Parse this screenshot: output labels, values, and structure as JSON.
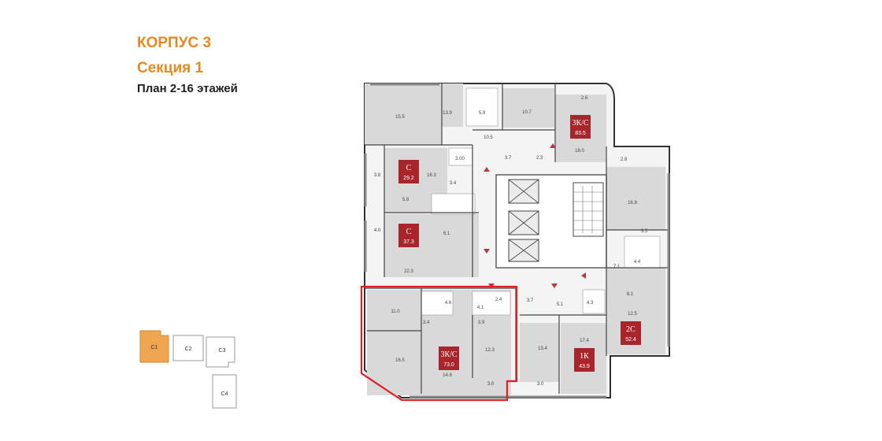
{
  "header": {
    "building": "КОРПУС 3",
    "section": "Секция 1",
    "floors": "План 2-16 этажей"
  },
  "colors": {
    "accent": "#e8891e",
    "badge": "#a8252c",
    "highlight": "#e02020",
    "mini_active": "#f0a550"
  },
  "apartments": [
    {
      "type": "3К/С",
      "area": "83.5"
    },
    {
      "type": "С",
      "area": "29.2"
    },
    {
      "type": "С",
      "area": "37.3"
    },
    {
      "type": "3К/С",
      "area": "73.0"
    },
    {
      "type": "1К",
      "area": "43.9"
    },
    {
      "type": "2С",
      "area": "52.4"
    }
  ],
  "room_areas": [
    "15.5",
    "13.9",
    "5.9",
    "10.7",
    "2.6",
    "10.5",
    "18.0",
    "3.7",
    "2.3",
    "2.8",
    "3.00",
    "16.3",
    "3.8",
    "3.4",
    "5.8",
    "16.8",
    "3.5",
    "4.0",
    "6.1",
    "4.4",
    "7.1",
    "22.3",
    "8.1",
    "12.5",
    "11.0",
    "4.6",
    "2.4",
    "4.1",
    "3.7",
    "5.1",
    "4.3",
    "3.4",
    "3.9",
    "12.3",
    "13.4",
    "17.4",
    "16.5",
    "14.8",
    "3.0",
    "3.0"
  ],
  "minimap": {
    "sections": [
      "C1",
      "C2",
      "C3",
      "C4"
    ],
    "active": "C1"
  }
}
